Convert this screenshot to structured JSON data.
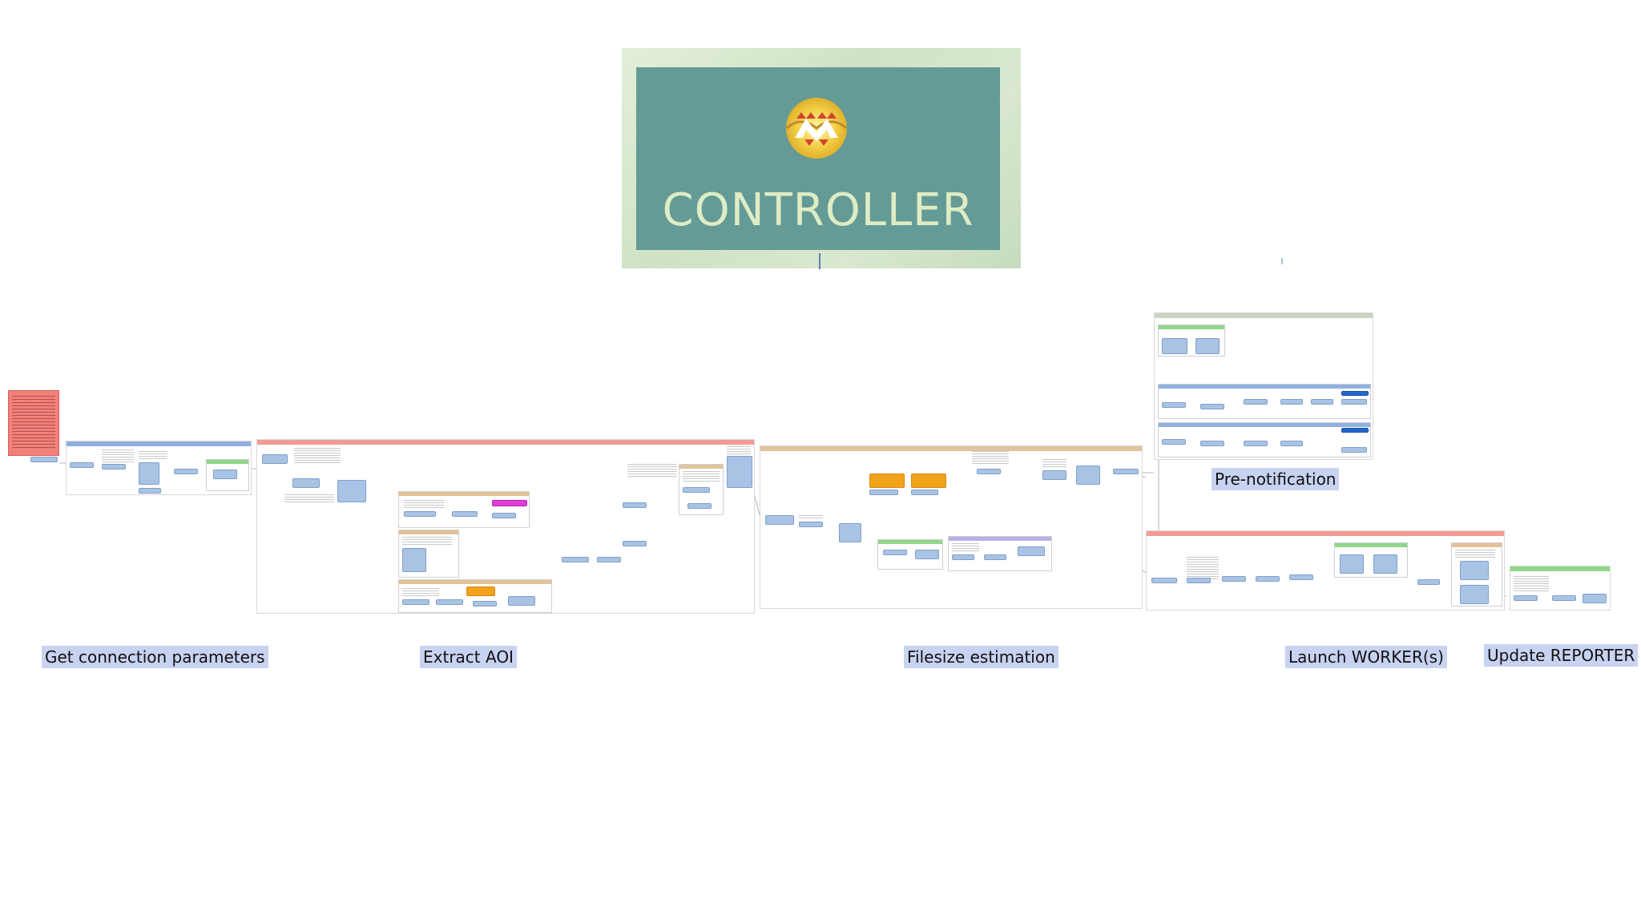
{
  "header": {
    "title": "CONTROLLER"
  },
  "labels": {
    "get_connection": "Get connection parameters",
    "extract_aoi": "Extract AOI",
    "filesize": "Filesize estimation",
    "pre_notification": "Pre-notification",
    "launch_workers": "Launch WORKER(s)",
    "update_reporter": "Update REPORTER"
  },
  "colors": {
    "background": "#ffffff",
    "header_panel": "#d5e6cb",
    "header_inner": "#649b97",
    "header_title": "#dfecc4",
    "label_bg": "#c8d2f1",
    "transformer": "#a9c3e4",
    "note_red": "#f1807a",
    "bar_blue": "#8fb0e0",
    "bar_red": "#f39a95",
    "bar_tan": "#e2c29a",
    "bar_green": "#8fd68c",
    "bar_purple": "#b7b0e6",
    "highlight_orange": "#f3a21c",
    "highlight_magenta": "#e23ad9",
    "highlight_blue": "#2366d1"
  },
  "icons": {
    "logo": "controller-logo-icon"
  }
}
